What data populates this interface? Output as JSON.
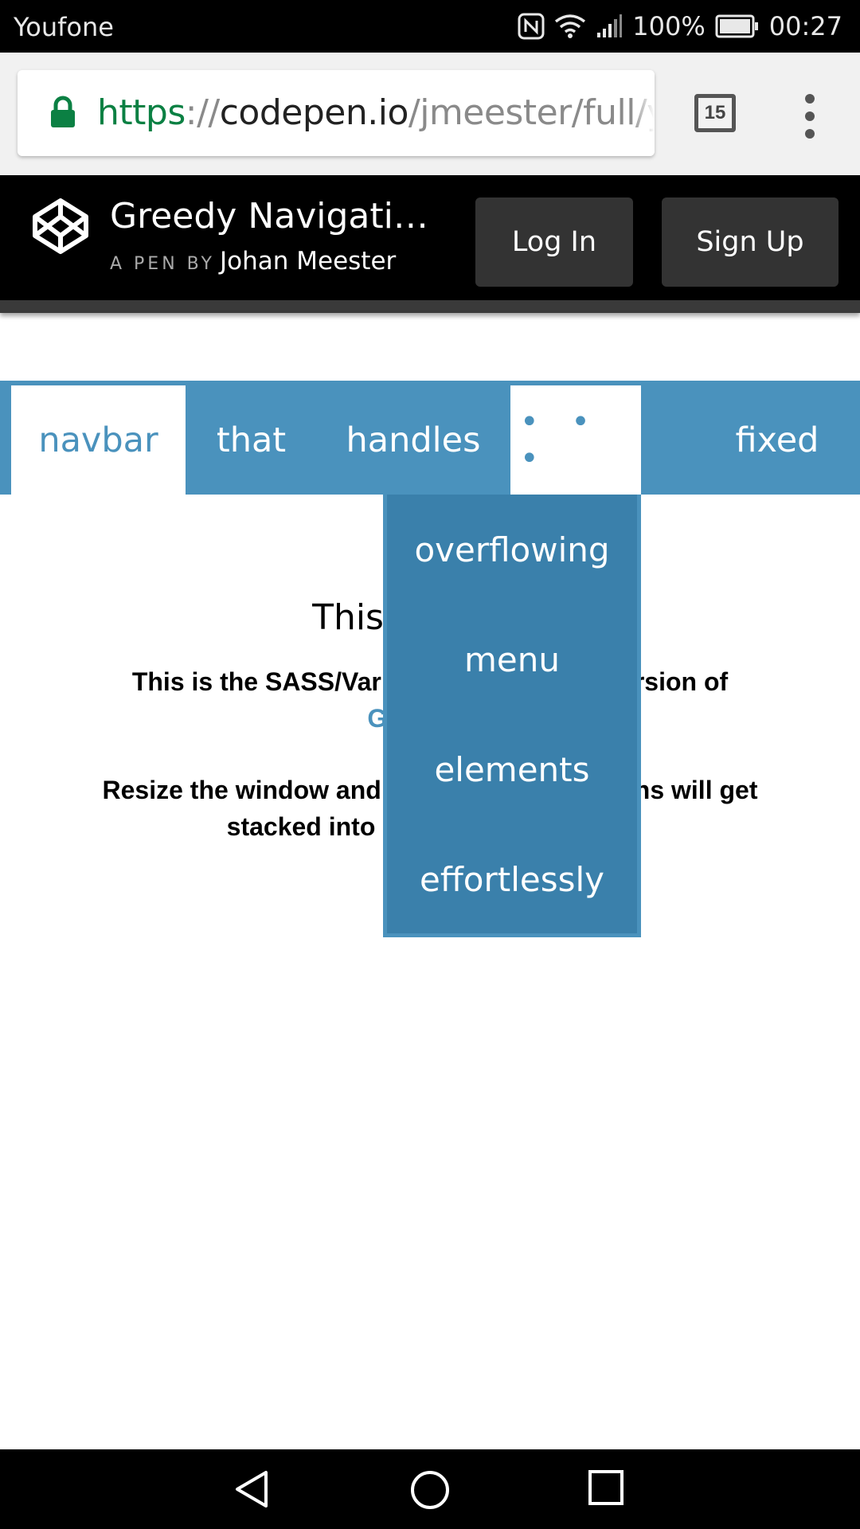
{
  "status_bar": {
    "carrier": "Youfone",
    "battery": "100%",
    "time": "00:27"
  },
  "browser": {
    "url_scheme": "https",
    "url_sep": "://",
    "url_host": "codepen.io",
    "url_path": "/jmeester/full/yV",
    "tab_count": "15"
  },
  "header": {
    "title": "Greedy Navigati…",
    "pen_by": "A PEN BY",
    "author": "Johan Meester",
    "login_label": "Log In",
    "signup_label": "Sign Up"
  },
  "nav": {
    "items": [
      "navbar",
      "that",
      "handles",
      "fixed"
    ],
    "more_label": "• • •"
  },
  "dropdown": {
    "items": [
      "overflowing",
      "menu",
      "elements",
      "effortlessly"
    ]
  },
  "content": {
    "heading_visible": "This pro",
    "p1_part1": "This is the SASS/Var",
    "p1_part2": "rsion of",
    "p1_link": "Gr",
    "p2_part1": "Resize the window and",
    "p2_part2": "ns will get",
    "p2_part3": "stacked into"
  },
  "colors": {
    "nav_blue": "#4a92bd",
    "dropdown_blue": "#3a80ab",
    "https_green": "#0b8043"
  }
}
